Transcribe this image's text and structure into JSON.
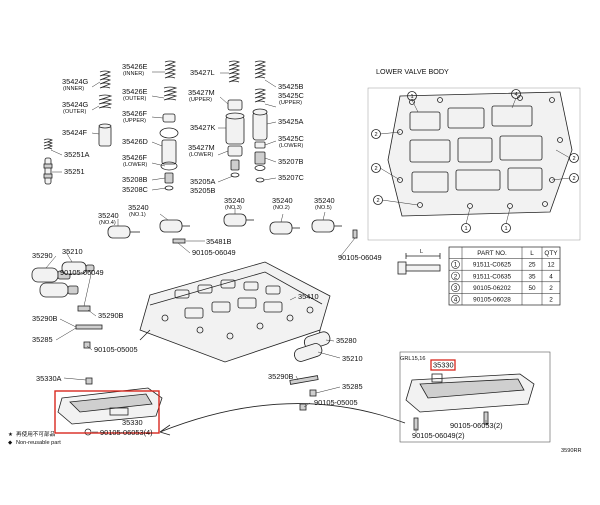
{
  "callouts": [
    {
      "id": "p-35426e-a",
      "code": "35426E",
      "note": "(INNER)"
    },
    {
      "id": "p-35427l",
      "code": "35427L",
      "note": ""
    },
    {
      "id": "p-35425b",
      "code": "35425B",
      "note": ""
    },
    {
      "id": "p-35424g-inner",
      "code": "35424G",
      "note": "(INNER)"
    },
    {
      "id": "p-35426e-b",
      "code": "35426E",
      "note": "(OUTER)"
    },
    {
      "id": "p-35427m-upper",
      "code": "35427M",
      "note": "(UPPER)"
    },
    {
      "id": "p-35425c-upper",
      "code": "35425C",
      "note": "(UPPER)"
    },
    {
      "id": "p-35424g-outer",
      "code": "35424G",
      "note": "(OUTER)"
    },
    {
      "id": "p-35426f-upper",
      "code": "35426F",
      "note": "(UPPER)"
    },
    {
      "id": "p-35427k",
      "code": "35427K",
      "note": ""
    },
    {
      "id": "p-35425a",
      "code": "35425A",
      "note": ""
    },
    {
      "id": "p-35424f",
      "code": "35424F",
      "note": ""
    },
    {
      "id": "p-35426d",
      "code": "35426D",
      "note": ""
    },
    {
      "id": "p-35427m-lower",
      "code": "35427M",
      "note": "(LOWER)"
    },
    {
      "id": "p-35425c-lower",
      "code": "35425C",
      "note": "(LOWER)"
    },
    {
      "id": "p-35251a",
      "code": "35251A",
      "note": ""
    },
    {
      "id": "p-35207b",
      "code": "35207B",
      "note": ""
    },
    {
      "id": "p-35426f-lower",
      "code": "35426F",
      "note": "(LOWER)"
    },
    {
      "id": "p-35205a",
      "code": "35205A",
      "note": ""
    },
    {
      "id": "p-35251",
      "code": "35251",
      "note": ""
    },
    {
      "id": "p-35208b",
      "code": "35208B",
      "note": ""
    },
    {
      "id": "p-35205b",
      "code": "35205B",
      "note": ""
    },
    {
      "id": "p-35207c",
      "code": "35207C",
      "note": ""
    },
    {
      "id": "p-35208c",
      "code": "35208C",
      "note": ""
    },
    {
      "id": "p-35240-no1",
      "code": "35240",
      "note": "(NO.1)"
    },
    {
      "id": "p-35240-no3",
      "code": "35240",
      "note": "(NO.3)"
    },
    {
      "id": "p-35240-no2",
      "code": "35240",
      "note": "(NO.2)"
    },
    {
      "id": "p-35240-no5",
      "code": "35240",
      "note": "(NO.5)"
    },
    {
      "id": "p-35240-no4",
      "code": "35240",
      "note": "(NO.4)"
    },
    {
      "id": "p-35481b",
      "code": "35481B",
      "note": ""
    },
    {
      "id": "p-90105-06049-a",
      "code": "90105-06049",
      "note": ""
    },
    {
      "id": "p-90105-06049-b",
      "code": "90105-06049",
      "note": ""
    },
    {
      "id": "p-35290",
      "code": "35290",
      "note": ""
    },
    {
      "id": "p-35210-a",
      "code": "35210",
      "note": ""
    },
    {
      "id": "p-90105-06049-c",
      "code": "90105-06049",
      "note": ""
    },
    {
      "id": "p-35410",
      "code": "35410",
      "note": ""
    },
    {
      "id": "p-35290b-a",
      "code": "35290B",
      "note": ""
    },
    {
      "id": "p-35290b-b",
      "code": "35290B",
      "note": ""
    },
    {
      "id": "p-35285-a",
      "code": "35285",
      "note": ""
    },
    {
      "id": "p-90105-05005-a",
      "code": "90105-05005",
      "note": ""
    },
    {
      "id": "p-35280",
      "code": "35280",
      "note": ""
    },
    {
      "id": "p-35210-b",
      "code": "35210",
      "note": ""
    },
    {
      "id": "p-35330a",
      "code": "35330A",
      "note": ""
    },
    {
      "id": "p-35290b-c",
      "code": "35290B",
      "note": ""
    },
    {
      "id": "p-35285-b",
      "code": "35285",
      "note": ""
    },
    {
      "id": "p-90105-05005-b",
      "code": "90105-05005",
      "note": ""
    },
    {
      "id": "p-90105-06053-main",
      "code": "90105-06053(4)",
      "note": ""
    },
    {
      "id": "p-90105-06053-inset",
      "code": "90105-06053(2)",
      "note": ""
    },
    {
      "id": "p-90105-06049-inset",
      "code": "90105-06049(2)",
      "note": ""
    }
  ],
  "highlighted": {
    "main_strainer": "35330",
    "inset_strainer": "35330"
  },
  "inset": {
    "title": "LOWER VALVE BODY",
    "markers": [
      "1",
      "2",
      "3",
      "4"
    ],
    "grade_label": "GRL15,16",
    "bolt_length_symbol": "L"
  },
  "table": {
    "headers": [
      "",
      "PART NO.",
      "L",
      "QTY"
    ],
    "rows": [
      [
        "1",
        "91511-C0625",
        "25",
        "12"
      ],
      [
        "2",
        "91511-C0635",
        "35",
        "4"
      ],
      [
        "3",
        "90105-06202",
        "50",
        "2"
      ],
      [
        "4",
        "90105-06028",
        "",
        "2"
      ]
    ]
  },
  "legend": [
    {
      "symbol": "★",
      "text": "再使用不可部品"
    },
    {
      "symbol": "◆",
      "text": "Non-reusable part"
    }
  ],
  "drawing_code": "3590RR",
  "colors": {
    "highlight": "#d8281e",
    "ink": "#222222"
  }
}
